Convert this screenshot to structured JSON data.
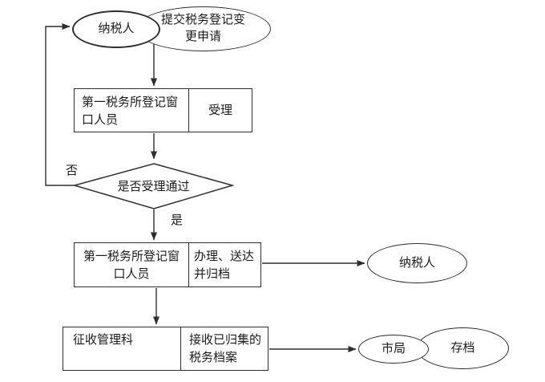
{
  "colors": {
    "line": "#2e2e2e",
    "text": "#1c1c1c",
    "background": "#ffffff"
  },
  "nodes": {
    "taxpayer_start": {
      "shape": "ellipse",
      "label": "纳税人"
    },
    "submit_application": {
      "shape": "ellipse",
      "label": "提交税务登记变更申请"
    },
    "reception": {
      "shape": "process",
      "actor": "第一税务所登记窗口人员",
      "action": "受理"
    },
    "decision": {
      "shape": "diamond",
      "label": "是否受理通过",
      "yes_label": "是",
      "no_label": "否"
    },
    "processing": {
      "shape": "process",
      "actor": "第一税务所登记窗口人员",
      "action": "办理、送达并归档"
    },
    "taxpayer_result": {
      "shape": "ellipse",
      "label": "纳税人"
    },
    "collection": {
      "shape": "process",
      "actor": "征收管理科",
      "action": "接收已归集的税务档案"
    },
    "city_bureau": {
      "shape": "ellipse",
      "label": "市局"
    },
    "archive": {
      "shape": "ellipse",
      "label": "存档"
    }
  },
  "edges": [
    {
      "from": "taxpayer_start",
      "to": "reception",
      "label": ""
    },
    {
      "from": "reception",
      "to": "decision",
      "label": ""
    },
    {
      "from": "decision",
      "to": "taxpayer_start",
      "label": "否"
    },
    {
      "from": "decision",
      "to": "processing",
      "label": "是"
    },
    {
      "from": "processing",
      "to": "taxpayer_result",
      "label": ""
    },
    {
      "from": "processing",
      "to": "collection",
      "label": ""
    },
    {
      "from": "collection",
      "to": "city_bureau",
      "label": ""
    }
  ]
}
